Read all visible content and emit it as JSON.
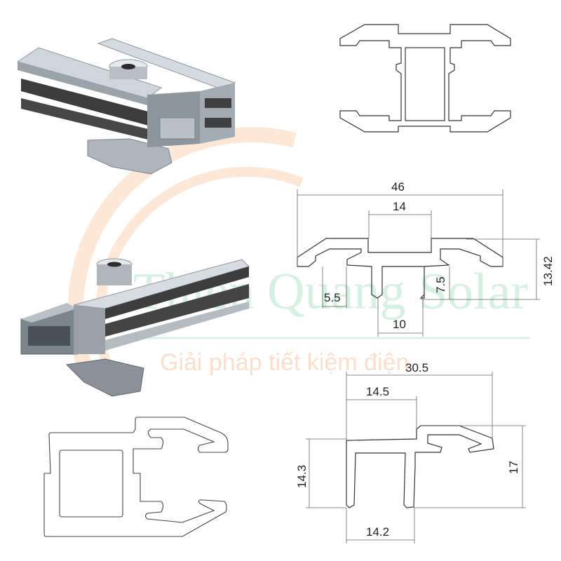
{
  "watermark": {
    "title": "Thiên Quang Solar",
    "subtitle": "Giải pháp tiết kiệm điện",
    "title_color": "#c9ecd9",
    "subtitle_color": "#fbd7c0",
    "arc_color": "#fde3d0"
  },
  "renders": {
    "top": {
      "label": "mid-clamp-3d-render"
    },
    "bottom": {
      "label": "end-clamp-3d-render"
    }
  },
  "mid_clamp_profile": {
    "dimensions": {
      "overall_width": "46",
      "top_channel_width": "14",
      "height": "13.42",
      "leg_height": "7.5",
      "slot_width": "5.5",
      "leg_gap": "10"
    }
  },
  "end_clamp_profile": {
    "dimensions": {
      "overall_width": "30.5",
      "upper_width": "14.5",
      "body_height": "14.3",
      "overall_height": "17",
      "base_width": "14.2"
    }
  },
  "colors": {
    "line": "#333333",
    "dim_line": "#555555",
    "metal_light": "#d8dde2",
    "metal_mid": "#a9b1b9",
    "metal_dark": "#6e767e",
    "rubber": "#3c3c3c"
  }
}
